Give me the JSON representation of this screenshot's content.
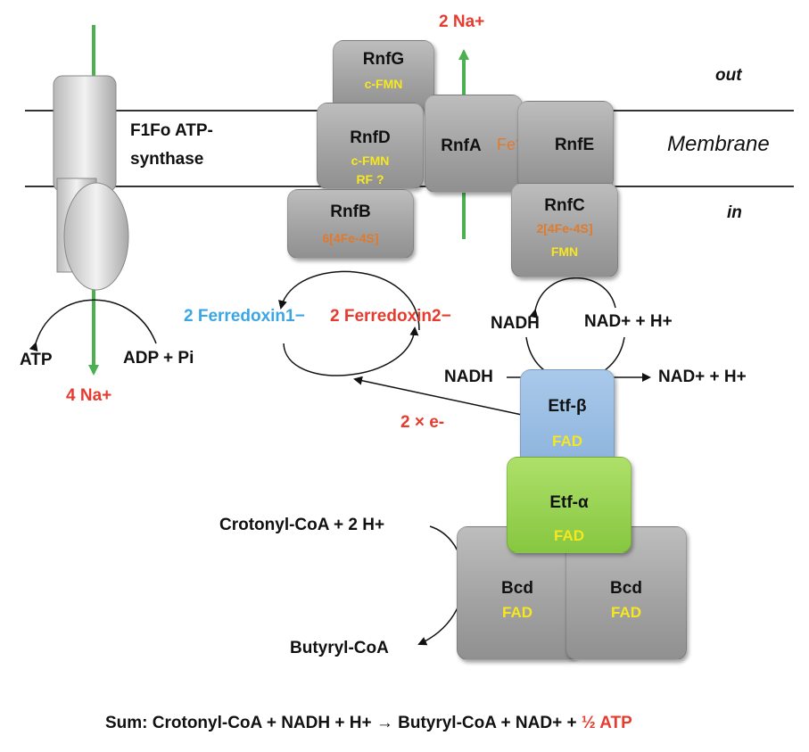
{
  "compartments": {
    "out": "out",
    "membrane": "Membrane",
    "in": "in"
  },
  "atp_synthase": {
    "name_line1": "F1Fo ATP-",
    "name_line2": "synthase",
    "atp": "ATP",
    "adp_pi": "ADP + Pi",
    "na_out": "4 Na+"
  },
  "rnf": {
    "na_pumped": "2 Na+",
    "g": {
      "name": "RnfG",
      "cofactor": "c-FMN"
    },
    "d": {
      "name": "RnfD",
      "cofactor1": "c-FMN",
      "cofactor2": "RF ?"
    },
    "a": {
      "name": "RnfA",
      "cofactor": "Fe?"
    },
    "e": {
      "name": "RnfE"
    },
    "b": {
      "name": "RnfB",
      "cofactor": "6[4Fe-4S]"
    },
    "c": {
      "name": "RnfC",
      "cofactor1": "2[4Fe-4S]",
      "cofactor2": "FMN"
    }
  },
  "labels": {
    "ferredoxin_ox": "2 Ferredoxin1−",
    "ferredoxin_red": "2 Ferredoxin2−",
    "nadh_rnfc": "NADH",
    "nad_rnfc": "NAD+ + H+",
    "nadh_etf": "NADH",
    "nad_etf": "NAD+ + H+",
    "electrons": "2 × e-",
    "crotonyl": "Crotonyl-CoA + 2 H+",
    "butyryl": "Butyryl-CoA"
  },
  "etf": {
    "beta": {
      "name": "Etf-β",
      "cofactor": "FAD"
    },
    "alpha": {
      "name": "Etf-α",
      "cofactor": "FAD"
    }
  },
  "bcd": [
    {
      "name": "Bcd",
      "cofactor": "FAD"
    },
    {
      "name": "Bcd",
      "cofactor": "FAD"
    }
  ],
  "sum": {
    "prefix": "Sum: Crotonyl-CoA + NADH + H+ → Butyryl-CoA + NAD+ + ",
    "atp": "½ ATP"
  },
  "colors": {
    "red": "#e63b2e",
    "blue": "#3aa6e6",
    "yellow": "#f7e71e",
    "orange": "#e07a2c",
    "green": "#4caf50"
  }
}
